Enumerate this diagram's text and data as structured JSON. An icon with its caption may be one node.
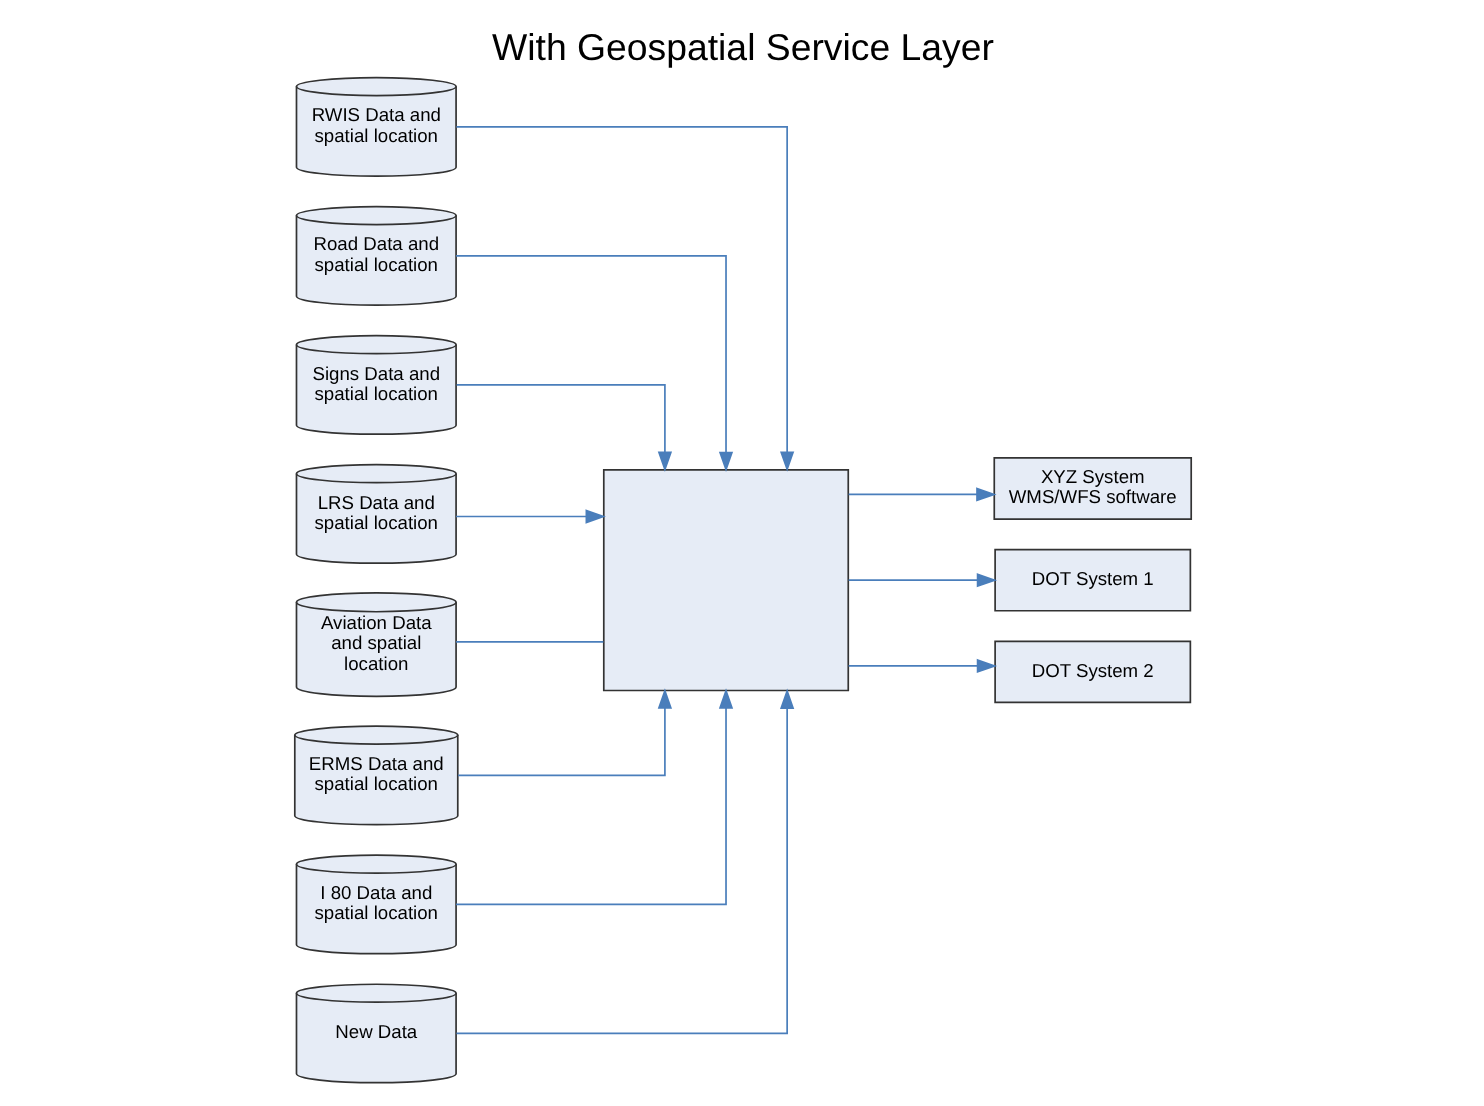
{
  "diagram": {
    "title": "With Geospatial Service Layer",
    "nodes": [
      {
        "text": [
          "RWIS Data and spatial location"
        ]
      },
      {
        "text": [
          "Road Data and spatial location"
        ]
      },
      {
        "text": [
          "Signs Data and spatial location"
        ]
      },
      {
        "text": [
          "LRS Data and spatial location"
        ]
      },
      {
        "text": [
          "Aviation Data and spatial location"
        ]
      },
      {
        "text": [
          "ERMS Data and spatial location"
        ]
      },
      {
        "text": [
          "I 80 Data and spatial location"
        ]
      },
      {
        "text": [
          "New Data"
        ]
      },
      {
        "text": [],
        "shape": "box"
      },
      {
        "text": [
          "XYZ System WMS/WFS software"
        ]
      },
      {
        "text": [
          "DOT System 1"
        ]
      },
      {
        "text": [
          "DOT System 2"
        ]
      }
    ],
    "edges": [
      {
        "from": 0,
        "to": 8,
        "arrow": "to"
      },
      {
        "from": 1,
        "to": 8,
        "arrow": "to"
      },
      {
        "from": 2,
        "to": 8,
        "arrow": "to"
      },
      {
        "from": 3,
        "to": 8,
        "arrow": "to"
      },
      {
        "from": 4,
        "to": 8,
        "arrow": "none"
      },
      {
        "from": 5,
        "to": 8,
        "arrow": "to"
      },
      {
        "from": 6,
        "to": 8,
        "arrow": "to"
      },
      {
        "from": 7,
        "to": 8,
        "arrow": "to"
      },
      {
        "from": 8,
        "to": 9,
        "arrow": "to"
      },
      {
        "from": 8,
        "to": 10,
        "arrow": "to"
      },
      {
        "from": 8,
        "to": 11,
        "arrow": "to"
      }
    ]
  }
}
